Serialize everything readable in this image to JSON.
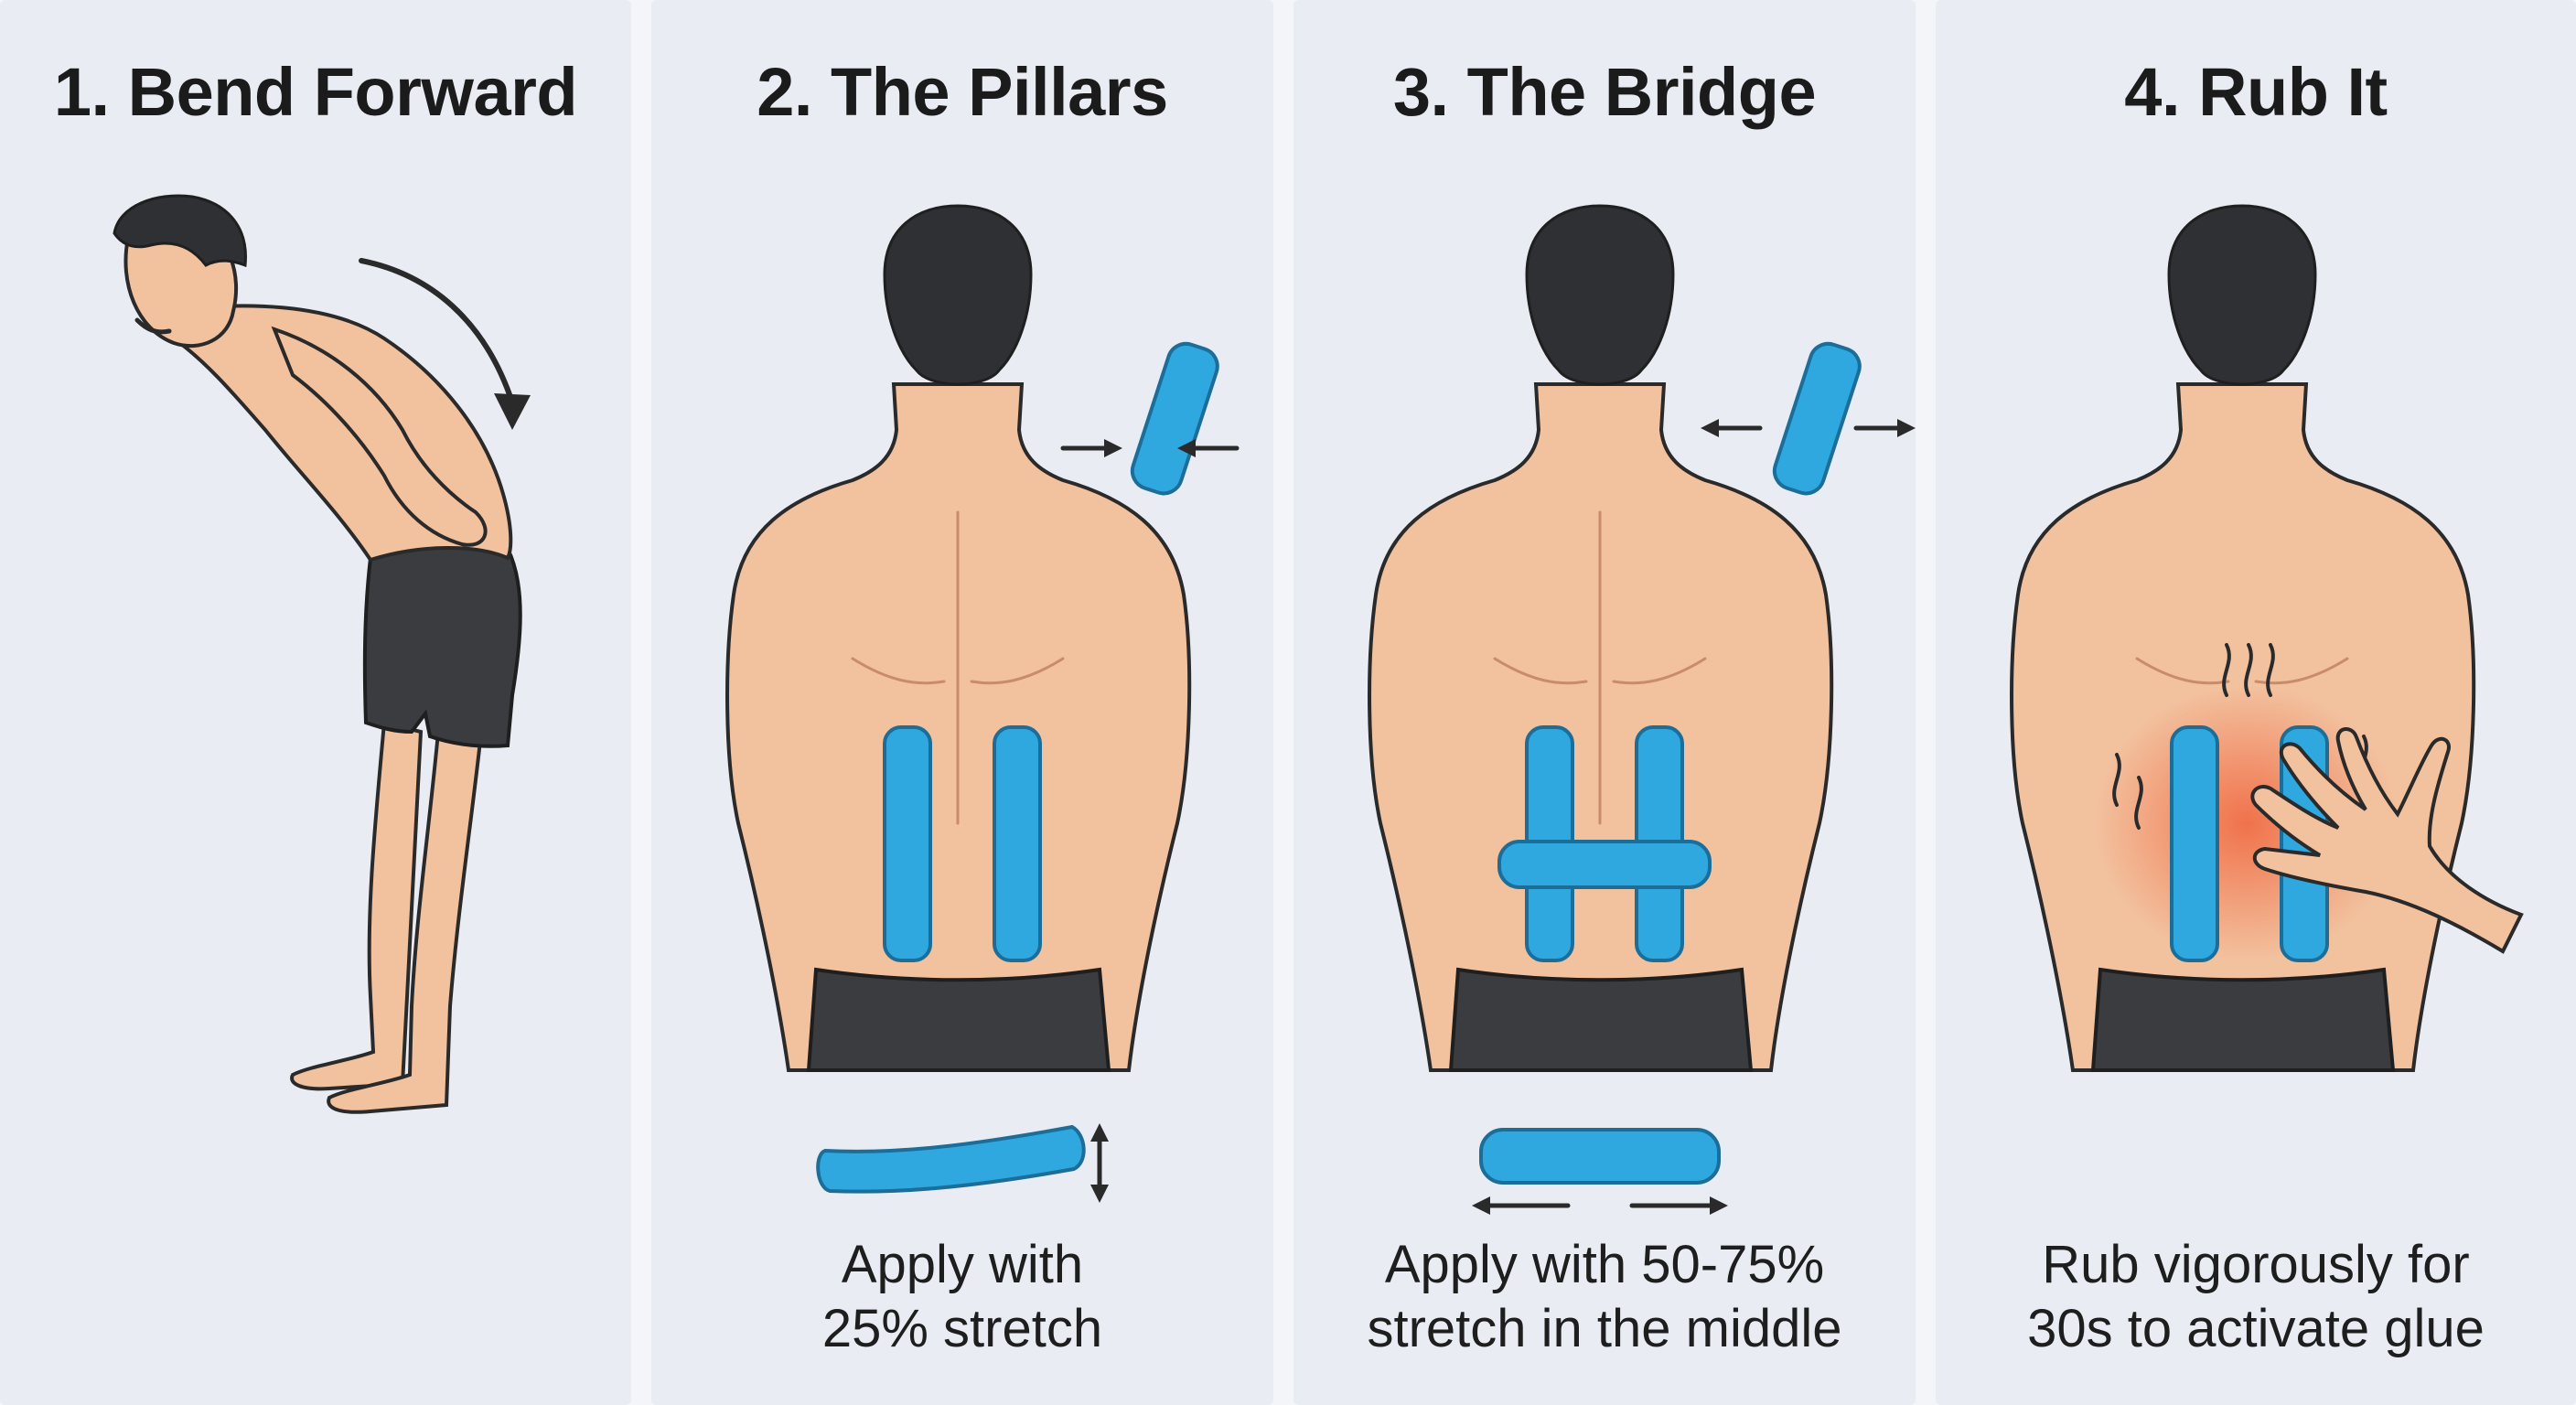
{
  "panels": [
    {
      "title": "1. Bend Forward",
      "caption": []
    },
    {
      "title": "2. The Pillars",
      "caption": [
        "Apply with",
        "25% stretch"
      ]
    },
    {
      "title": "3. The Bridge",
      "caption": [
        "Apply with 50-75%",
        "stretch in the middle"
      ]
    },
    {
      "title": "4. Rub It",
      "caption": [
        "Rub vigorously for",
        "30s to activate glue"
      ]
    }
  ],
  "colors": {
    "panel_bg": "#e9edf3",
    "tape": "#2fa8e0",
    "skin": "#f2c19e",
    "hair": "#2f3033",
    "shorts": "#3a3c40",
    "heat": "#f0643c"
  },
  "icons": [
    "bend-arrow-icon",
    "tape-strip-icon",
    "compress-arrows-icon",
    "stretch-arrows-icon",
    "vertical-stretch-icon",
    "heat-wave-icon",
    "hand-icon"
  ]
}
